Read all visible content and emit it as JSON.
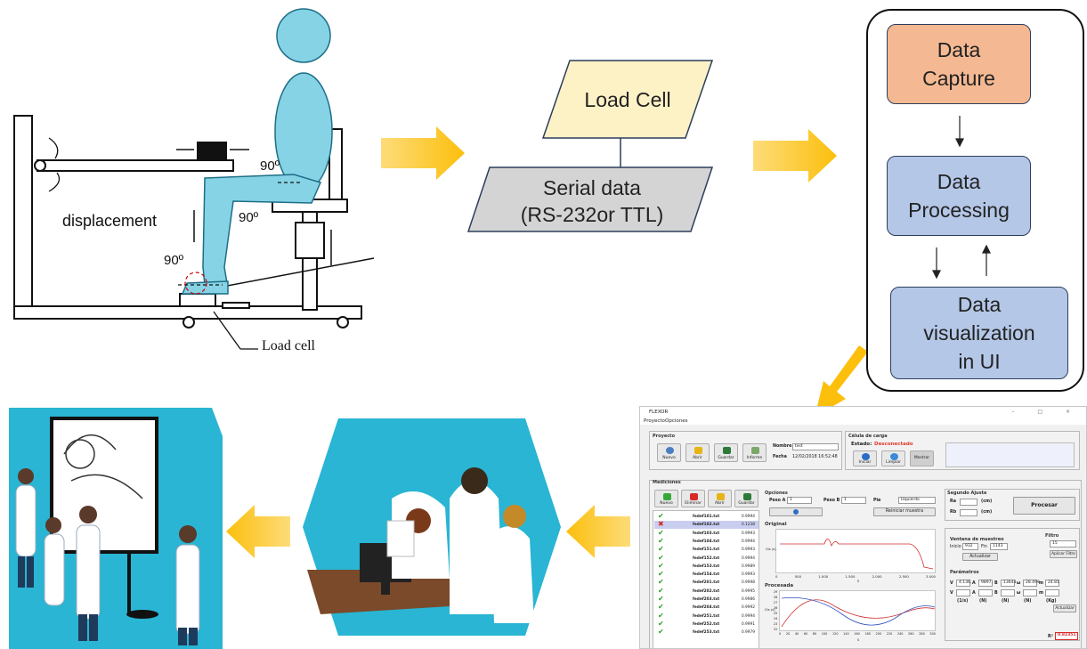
{
  "sketch": {
    "displacement_label": "displacement",
    "angle_hip": "90º",
    "angle_knee": "90º",
    "angle_ankle": "90º",
    "load_cell_label": "Load cell"
  },
  "flow": {
    "load_cell": "Load Cell",
    "serial_data_line1": "Serial data",
    "serial_data_line2": "(RS-232or TTL)"
  },
  "pipeline": {
    "capture_line1": "Data",
    "capture_line2": "Capture",
    "processing_line1": "Data",
    "processing_line2": "Processing",
    "visual_line1": "Data",
    "visual_line2": "visualization",
    "visual_line3": "in UI"
  },
  "colors": {
    "arrow": "#fcbf0c",
    "load_cell_box": "#fdf1c6",
    "serial_box": "#d4d4d4",
    "capture": "#f4b992",
    "processing": "#b4c7e7",
    "person_fill": "#86d3e6",
    "hex_bg": "#29b5d3"
  },
  "app": {
    "title": "FLEXOR",
    "menu": [
      "Proyecto",
      "Opciones"
    ],
    "proyecto": {
      "title": "Proyecto",
      "buttons": [
        "Nuevo",
        "Abrir",
        "Guardar",
        "Informe"
      ],
      "nombre_label": "Nombre",
      "nombre_value": "test",
      "fecha_label": "Fecha",
      "fecha_value": "12/02/2018 16:52:48"
    },
    "celda": {
      "title": "Célula de carga",
      "estado_label": "Estado:",
      "estado_value": "Desconectado",
      "buttons": [
        "Iniciar",
        "Limpiar",
        "Mostrar"
      ]
    },
    "mediciones": {
      "title": "Mediciones",
      "buttons": [
        "Nuevo",
        "Eliminar",
        "Abrir",
        "Guardar"
      ],
      "rows": [
        {
          "name": "fedef101.txt",
          "value": "0.9994",
          "mark": "check"
        },
        {
          "name": "fedef102.txt",
          "value": "0.1238",
          "mark": "cross"
        },
        {
          "name": "fedef103.txt",
          "value": "0.9993",
          "mark": "check"
        },
        {
          "name": "fedef104.txt",
          "value": "0.9994",
          "mark": "check"
        },
        {
          "name": "fedef151.txt",
          "value": "0.9993",
          "mark": "check"
        },
        {
          "name": "fedef152.txt",
          "value": "0.9994",
          "mark": "check"
        },
        {
          "name": "fedef153.txt",
          "value": "0.9989",
          "mark": "check"
        },
        {
          "name": "fedef154.txt",
          "value": "0.9993",
          "mark": "check"
        },
        {
          "name": "fedef201.txt",
          "value": "0.9998",
          "mark": "check"
        },
        {
          "name": "fedef202.txt",
          "value": "0.9995",
          "mark": "check"
        },
        {
          "name": "fedef203.txt",
          "value": "0.9986",
          "mark": "check"
        },
        {
          "name": "fedef204.txt",
          "value": "0.9992",
          "mark": "check"
        },
        {
          "name": "fedef251.txt",
          "value": "0.9994",
          "mark": "check"
        },
        {
          "name": "fedef252.txt",
          "value": "0.9991",
          "mark": "check"
        },
        {
          "name": "fedef253.txt",
          "value": "0.9979",
          "mark": "check"
        }
      ]
    },
    "opciones": {
      "title": "Opciones",
      "peso_a_label": "Peso A",
      "peso_a_value": "1",
      "peso_b_label": "Peso B",
      "peso_b_value": "1",
      "pie_label": "Pie",
      "pie_value": "Izquierdo",
      "reiniciar": "Reiniciar muestra"
    },
    "original_title": "Original",
    "original_xticks": [
      "0",
      "500",
      "1.000",
      "1.500",
      "2.000",
      "2.500",
      "3.000"
    ],
    "original_xlabel": "s",
    "procesada_title": "Procesada",
    "procesada_yticks": [
      "29",
      "28",
      "27",
      "26",
      "25",
      "24",
      "23",
      "22"
    ],
    "procesada_xticks": [
      "0",
      "20",
      "40",
      "60",
      "80",
      "100",
      "120",
      "140",
      "160",
      "180",
      "200",
      "220",
      "240",
      "260",
      "280",
      "300"
    ],
    "procesada_xlabel": "s",
    "ylabel": "Cts (x)",
    "segundo": {
      "title": "Segundo Ajuste",
      "ra_label": "Ra",
      "rb_label": "Rb",
      "unit": "(cm)",
      "procesar": "Procesar"
    },
    "ventana": {
      "title": "Ventana de muestreo",
      "inicio_label": "Inicio",
      "inicio_value": "932",
      "fin_label": "Fin",
      "fin_value": "1143",
      "actualizar": "Actualizar"
    },
    "filtro": {
      "title": "Filtro",
      "value": "15",
      "aplicar": "Aplicar Filtro"
    },
    "parametros": {
      "title": "Parámetros",
      "row1": [
        {
          "label": "V",
          "value": "4.136,"
        },
        {
          "label": "A",
          "value": "9897,"
        },
        {
          "label": "B",
          "value": "13644"
        },
        {
          "label": "ω",
          "value": "28.499"
        },
        {
          "label": "m",
          "value": "24.81"
        }
      ],
      "row2_labels": [
        "V",
        "A",
        "B",
        "ω",
        "m"
      ],
      "units": [
        "(1/s)",
        "(N)",
        "(N)",
        "(N)",
        "(Kg)"
      ],
      "actualizar": "Actualizar"
    },
    "r2_label": "R²",
    "r2_value": "0.82351"
  }
}
